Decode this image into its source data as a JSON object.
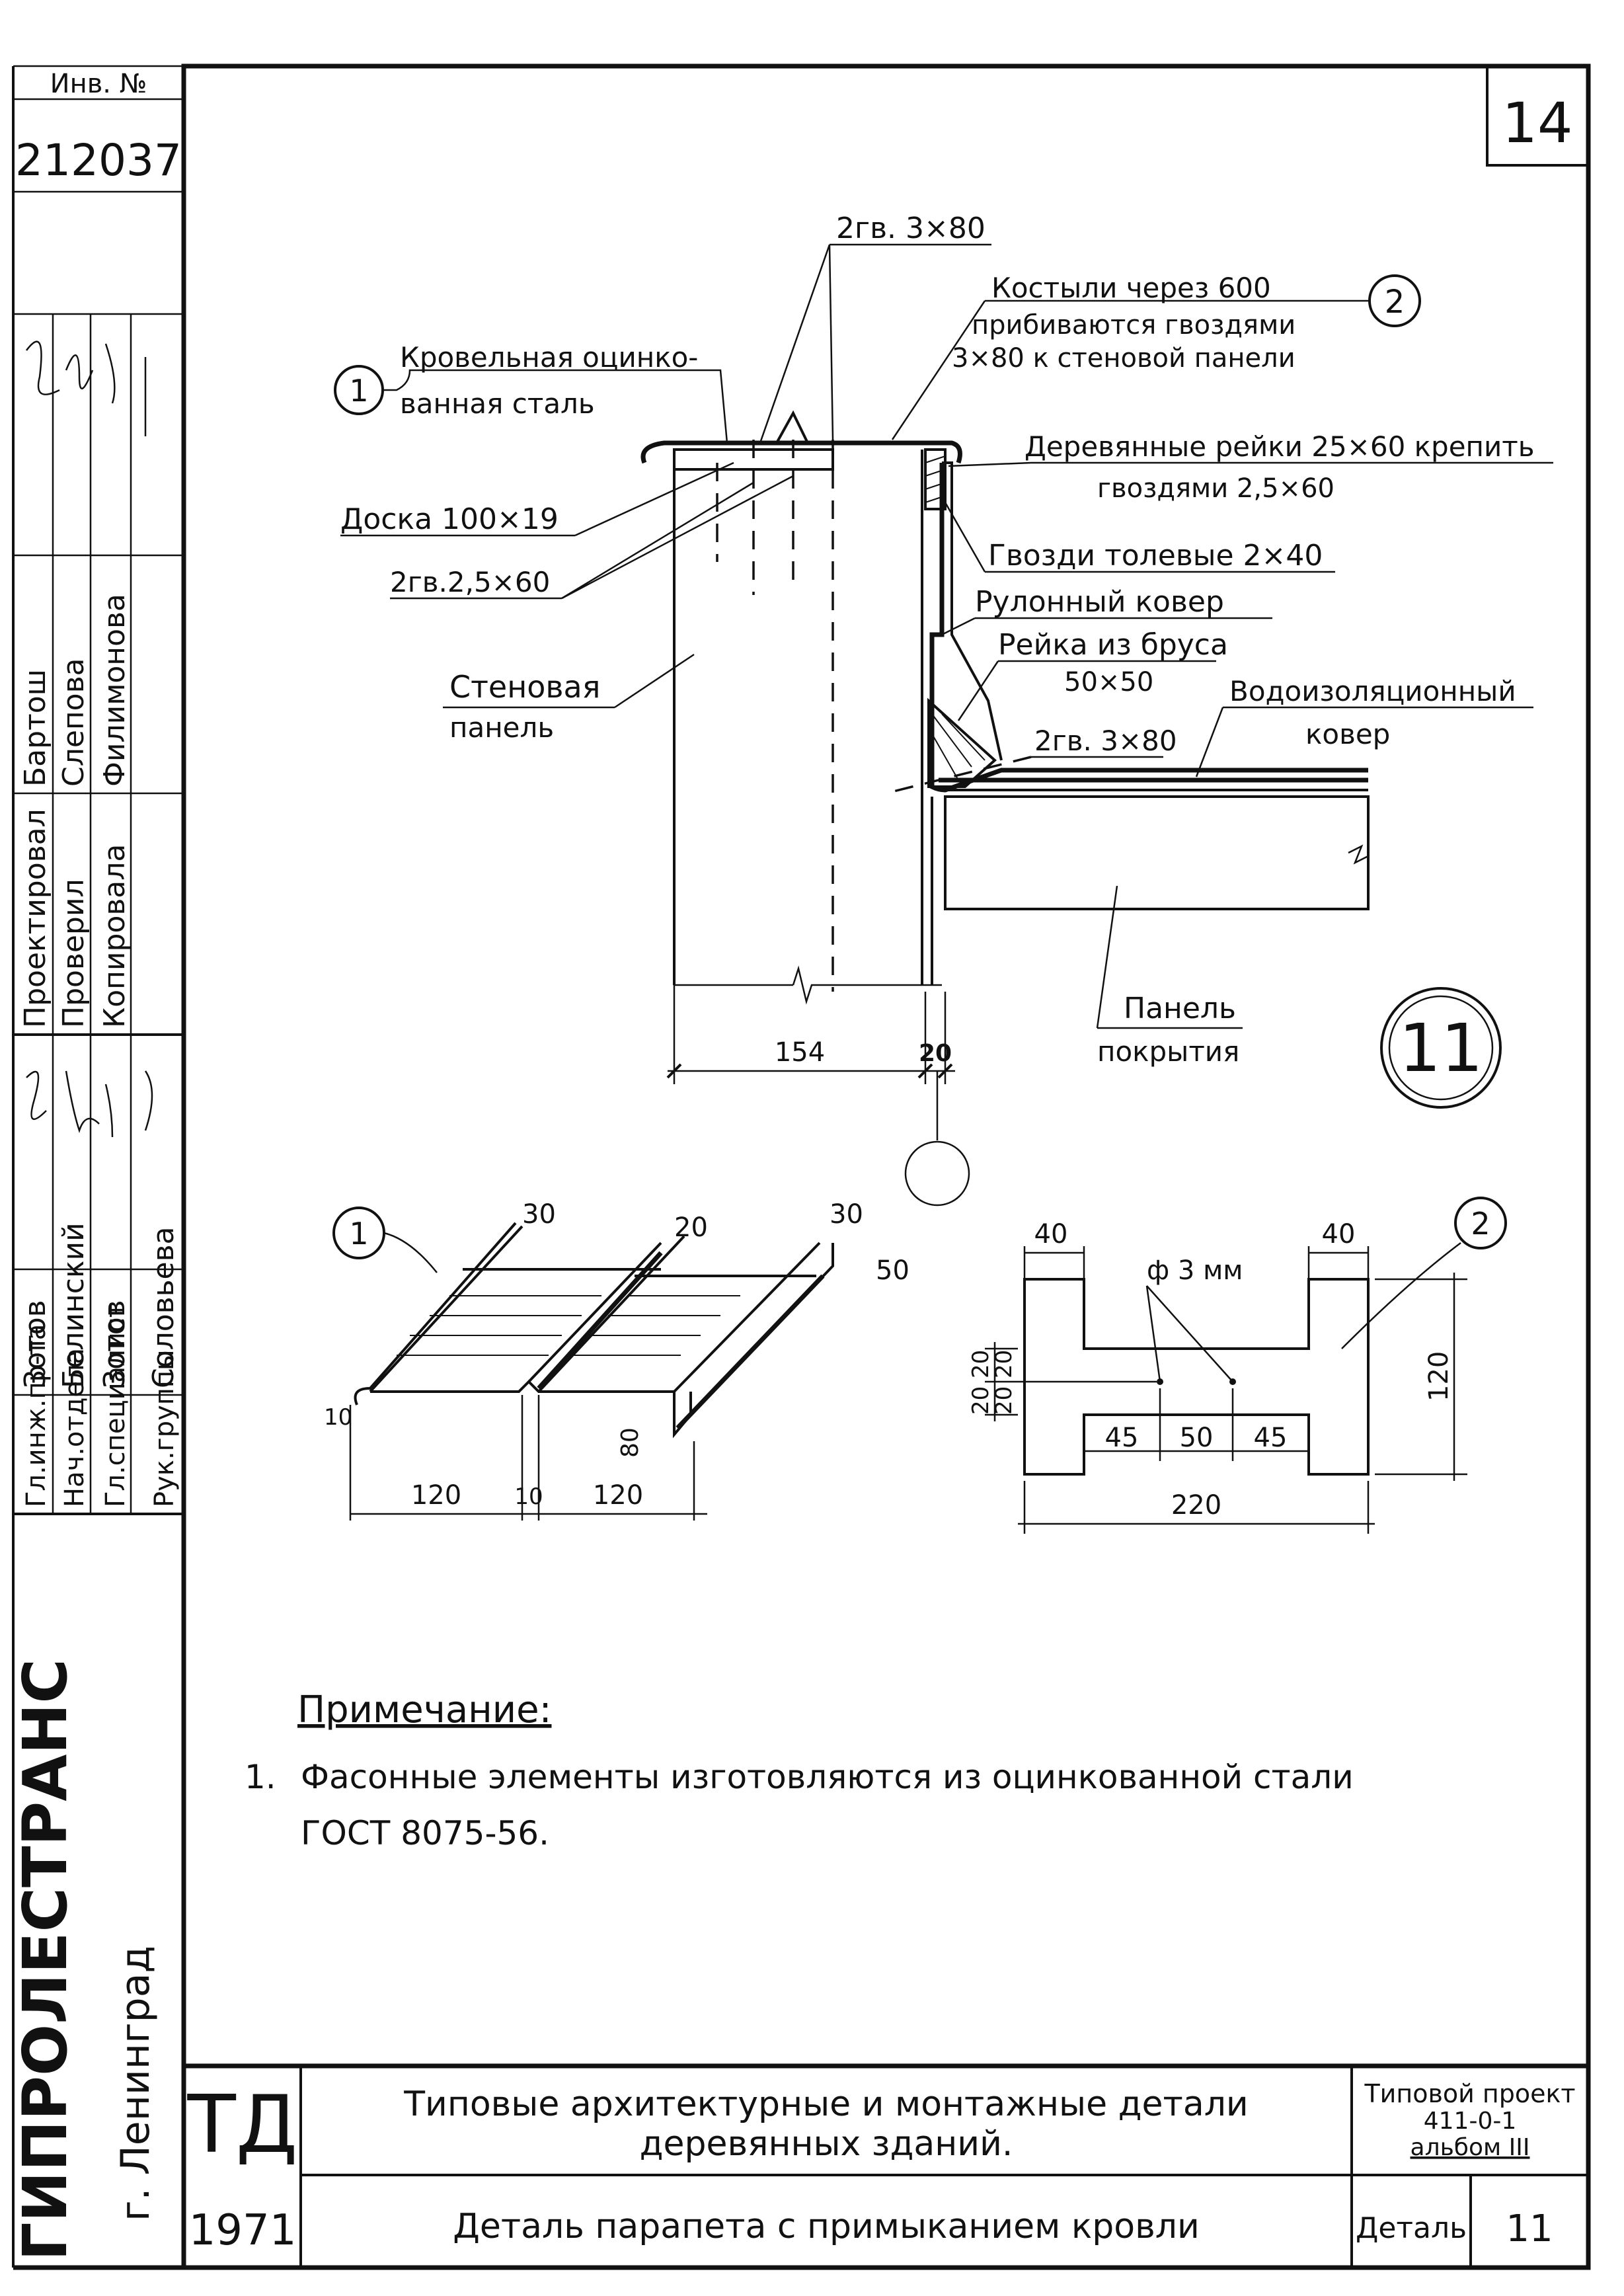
{
  "sheet": {
    "number": "14",
    "inv_label": "Инв. №",
    "inv_number": "212037"
  },
  "signatures": {
    "rows": [
      {
        "role": "Гл.инж.пр-та",
        "name": "Зотов"
      },
      {
        "role": "Нач.отдела",
        "name": "Белинский"
      },
      {
        "role": "Гл.специалист",
        "name": "Зотов"
      },
      {
        "role": "Рук.группы",
        "name": "Соловьева"
      }
    ],
    "rows2": [
      {
        "role": "Проектировал",
        "name": "Бартош"
      },
      {
        "role": "Проверил",
        "name": "Слепова"
      },
      {
        "role": "Копировала",
        "name": "Филимонова"
      }
    ],
    "org": "ГИПРОЛЕСТРАНС",
    "city": "г. Ленинград"
  },
  "main_detail": {
    "circle_id": "11",
    "callout_1": "1",
    "callout_2": "2",
    "labels": {
      "nails_top": "2гв. 3×80",
      "crutches_1": "Костыли через 600",
      "crutches_2": "прибиваются гвоздями",
      "crutches_3": "3×80 к стеновой панели",
      "roof_steel_1": "Кровельная оцинко-",
      "roof_steel_2": "ванная сталь",
      "slats_1": "Деревянные рейки 25×60 крепить",
      "slats_2": "гвоздями 2,5×60",
      "board": "Доска 100×19",
      "nails_2": "2гв.2,5×60",
      "roofing_nails": "Гвозди толевые 2×40",
      "roll_carpet": "Рулонный ковер",
      "beam_1": "Рейка из бруса",
      "beam_2": "50×50",
      "nails_3": "2гв. 3×80",
      "waterproof_1": "Водоизоляционный",
      "waterproof_2": "ковер",
      "wall_panel_1": "Стеновая",
      "wall_panel_2": "панель",
      "slab_1": "Панель",
      "slab_2": "покрытия",
      "dim_154": "154",
      "dim_20": "20"
    }
  },
  "detail_1": {
    "callout": "1",
    "dims": {
      "d30a": "30",
      "d20": "20",
      "d30b": "30",
      "d50": "50",
      "d10": "10",
      "d80": "80",
      "d120a": "120",
      "d10b": "10",
      "d120b": "120"
    }
  },
  "detail_2": {
    "callout": "2",
    "dims": {
      "d40a": "40",
      "d40b": "40",
      "hole": "ф 3 мм",
      "d45a": "45",
      "d50": "50",
      "d45b": "45",
      "d220": "220",
      "d120": "120",
      "d20a": "20",
      "d20b": "20",
      "d20c": "20",
      "d20d": "20"
    }
  },
  "note": {
    "title": "Примечание:",
    "item_num": "1.",
    "line1": "Фасонные элементы изготовляются из оцинкованной стали",
    "line2": "ГОСТ 8075-56."
  },
  "title_block": {
    "logo": "ТД",
    "year": "1971",
    "title_1": "Типовые архитектурные и монтажные детали",
    "title_2": "деревянных зданий.",
    "subtitle": "Деталь парапета с примыканием кровли",
    "project_1": "Типовой проект",
    "project_2": "411-0-1",
    "project_3": "альбом III",
    "detail_label": "Деталь",
    "detail_num": "11"
  }
}
